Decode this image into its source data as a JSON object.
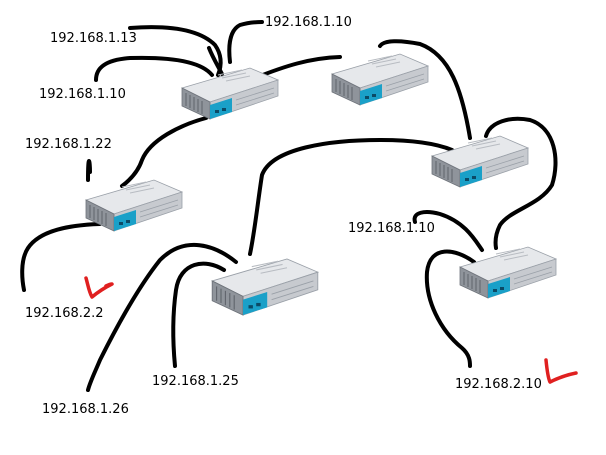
{
  "colors": {
    "background": "#ffffff",
    "cable": "#000000",
    "check_mark": "#e02020",
    "switch_body": "#c9ccd1",
    "switch_top": "#e7e9ec",
    "switch_stripe": "#1aa0c8"
  },
  "switches": [
    {
      "id": "switch-top-left"
    },
    {
      "id": "switch-top-right"
    },
    {
      "id": "switch-mid-right"
    },
    {
      "id": "switch-left"
    },
    {
      "id": "switch-center"
    },
    {
      "id": "switch-bottom-right"
    }
  ],
  "ip_labels": [
    {
      "id": "ip-1",
      "text": "192.168.1.10"
    },
    {
      "id": "ip-2",
      "text": "192.168.1.13"
    },
    {
      "id": "ip-3",
      "text": "192.168.1.10"
    },
    {
      "id": "ip-4",
      "text": "192.168.1.22"
    },
    {
      "id": "ip-5",
      "text": "192.168.1.10"
    },
    {
      "id": "ip-6",
      "text": "192.168.2.2"
    },
    {
      "id": "ip-7",
      "text": "192.168.1.25"
    },
    {
      "id": "ip-8",
      "text": "192.168.1.26"
    },
    {
      "id": "ip-9",
      "text": "192.168.2.10"
    }
  ],
  "check_marks": [
    {
      "id": "check-mark-1",
      "label": "red check mark near 192.168.2.2"
    },
    {
      "id": "check-mark-2",
      "label": "red check mark near 192.168.2.10"
    }
  ]
}
